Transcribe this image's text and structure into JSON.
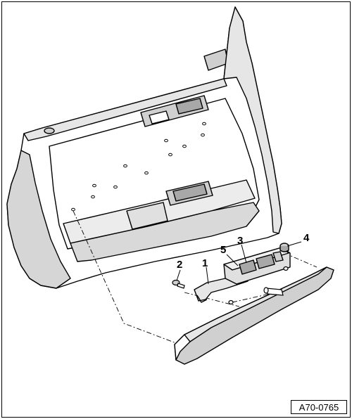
{
  "diagram": {
    "callouts": [
      {
        "id": "1",
        "label": "1"
      },
      {
        "id": "2",
        "label": "2"
      },
      {
        "id": "3",
        "label": "3"
      },
      {
        "id": "4",
        "label": "4"
      },
      {
        "id": "5",
        "label": "5"
      }
    ],
    "reference_code": "A70-0765",
    "colors": {
      "line": "#000000",
      "background": "#ffffff",
      "shade_light": "#e6e6e6",
      "shade_mid": "#cfcfcf",
      "shade_dark": "#a8a8a8"
    }
  }
}
